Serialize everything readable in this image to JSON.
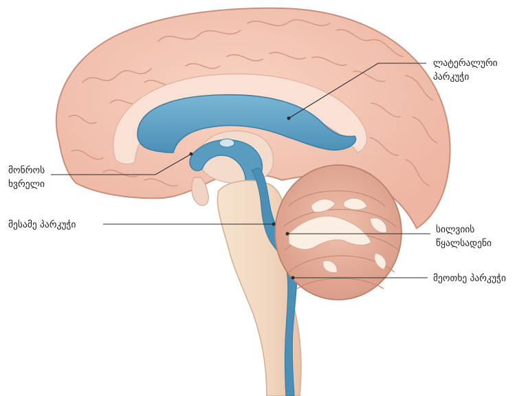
{
  "labels": {
    "lateral_ventricle": {
      "line1": "ლატერალური",
      "line2": "პარკუჭი"
    },
    "foramen_monro": {
      "line1": "მონროს",
      "line2": "ხვრელი"
    },
    "third_ventricle": {
      "line1": "მესამე პარკუჭი"
    },
    "aqueduct_sylvius": {
      "line1": "სილვიის",
      "line2": "წყალსადენი"
    },
    "fourth_ventricle": {
      "line1": "მეოთხე პარკუჭი"
    }
  },
  "colors": {
    "cortex_fill": "#f3c4b3",
    "cortex_outline": "#c98e7c",
    "white_matter": "#f8ddcf",
    "brainstem": "#f3dcc6",
    "ventricle_fill": "#5d9fc2",
    "ventricle_dark": "#3c7ea3",
    "cerebellum_fill": "#e7b4a2",
    "cerebellum_white": "#fbefe4"
  }
}
